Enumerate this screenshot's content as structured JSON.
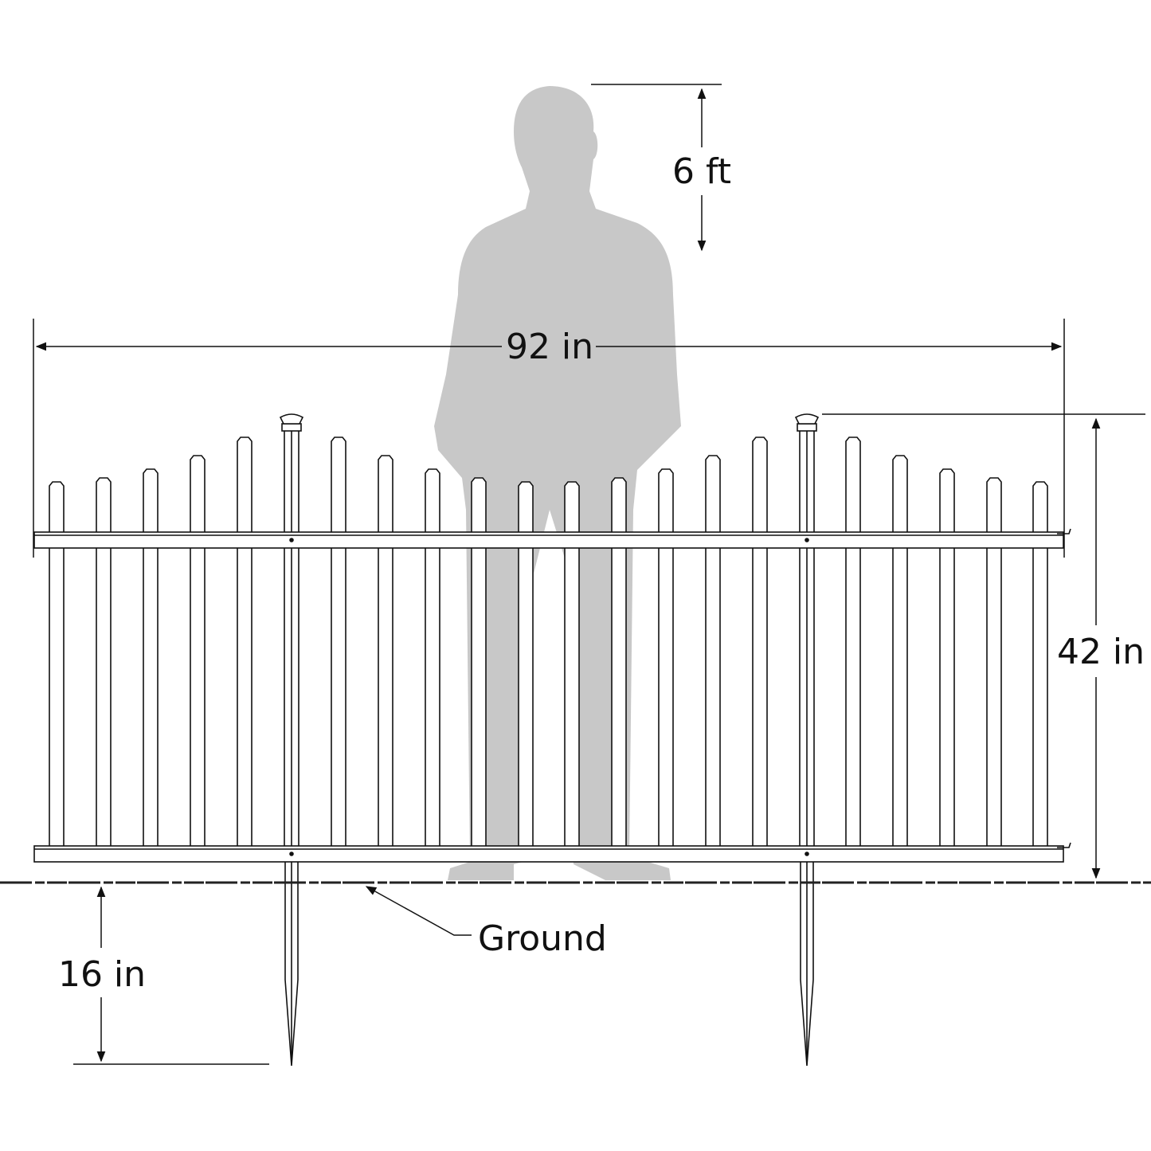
{
  "dimensions": {
    "person_height": "6 ft",
    "width": "92 in",
    "height": "42 in",
    "stake_depth": "16 in",
    "ground_label": "Ground"
  },
  "colors": {
    "silhouette": "#c8c8c8",
    "lines": "#111111",
    "background": "#ffffff"
  }
}
